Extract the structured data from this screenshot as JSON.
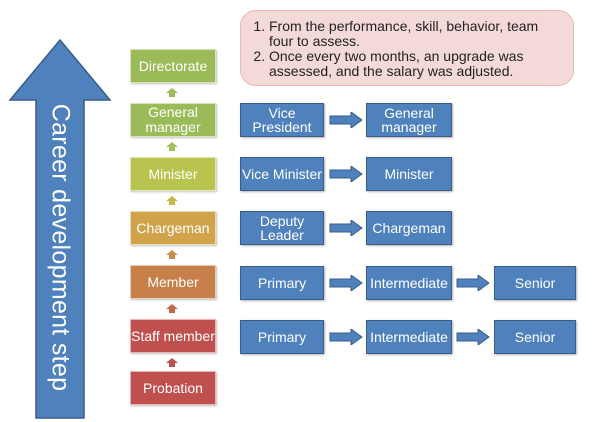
{
  "arrow_label": "Career development step",
  "note": {
    "items": [
      "From the performance, skill, behavior, team four to assess.",
      "Once every two months, an upgrade was assessed, and the salary was adjusted."
    ]
  },
  "levels": [
    {
      "label": "Directorate",
      "color": "#9bbb59"
    },
    {
      "label": "General manager",
      "color": "#9bbb59"
    },
    {
      "label": "Minister",
      "color": "#b8c44d"
    },
    {
      "label": "Chargeman",
      "color": "#d1a34a"
    },
    {
      "label": "Member",
      "color": "#c7804a"
    },
    {
      "label": "Staff member",
      "color": "#c0504d"
    },
    {
      "label": "Probation",
      "color": "#c0504d"
    }
  ],
  "rows": [
    {
      "c1": "Vice President",
      "c2": "General manager"
    },
    {
      "c1": "Vice Minister",
      "c2": "Minister"
    },
    {
      "c1": "Deputy Leader",
      "c2": "Chargeman"
    },
    {
      "c1": "Primary",
      "c2": "Intermediate",
      "c3": "Senior"
    },
    {
      "c1": "Primary",
      "c2": "Intermediate",
      "c3": "Senior"
    }
  ],
  "colors": {
    "arrow": "#4f81bd",
    "box": "#4f81bd",
    "note_bg": "#f4d9d9"
  }
}
